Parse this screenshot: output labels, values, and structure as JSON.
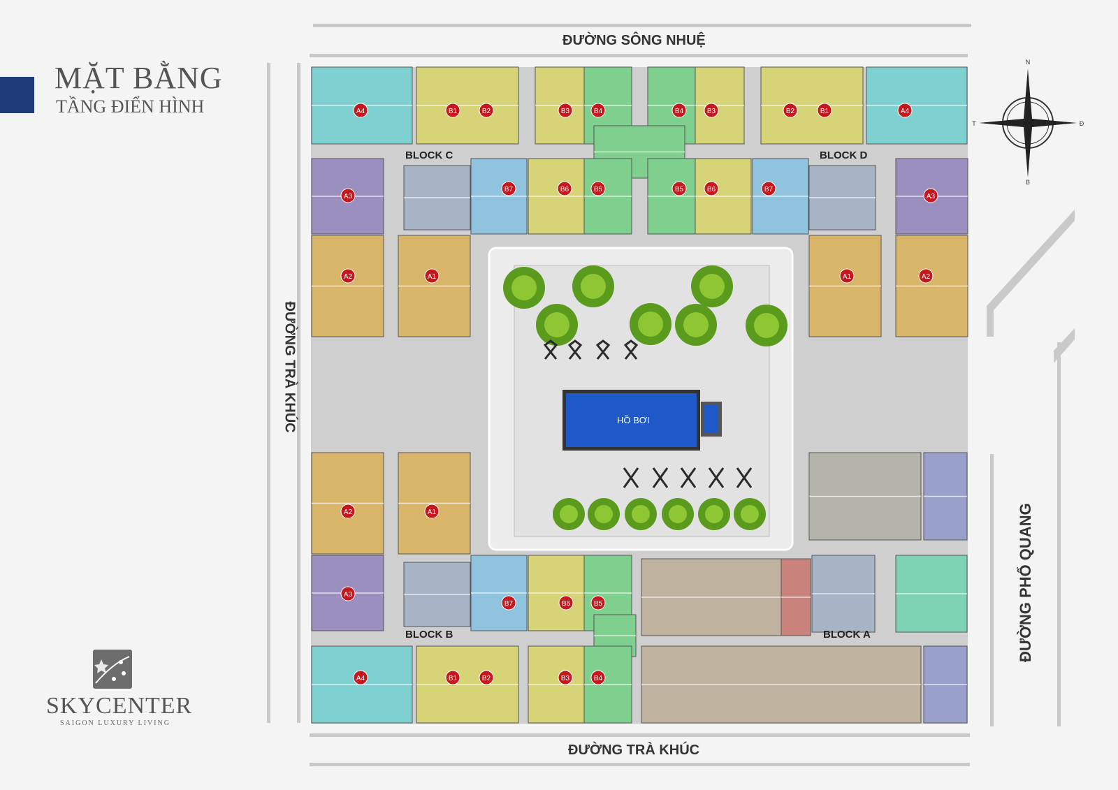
{
  "title": {
    "line1": "MẶT BẰNG",
    "line2": "TẦNG ĐIỂN HÌNH"
  },
  "roads": {
    "top": "ĐƯỜNG SÔNG NHUỆ",
    "bottom": "ĐƯỜNG TRÀ KHÚC",
    "left": "ĐƯỜNG TRÀ KHÚC",
    "right": "ĐƯỜNG PHỔ QUANG"
  },
  "blocks": {
    "a": "BLOCK A",
    "b": "BLOCK B",
    "c": "BLOCK C",
    "d": "BLOCK D"
  },
  "pool": "HỒ BƠI",
  "compass": {
    "n": "N",
    "s": "B",
    "e": "Đ",
    "w": "T"
  },
  "brand": {
    "name": "SKYCENTER",
    "tagline": "SAIGON LUXURY LIVING"
  },
  "unit_types": {
    "A1": "#d9b56a",
    "A2": "#d9b56a",
    "A3": "#9b8fbf",
    "A4": "#7fd1d1",
    "B1": "#d6d477",
    "B2": "#d6d477",
    "B3": "#d6d477",
    "B4": "#7fd08f",
    "B5": "#7fd08f",
    "B6": "#d6d477",
    "B7": "#8fc3de"
  },
  "units": [
    {
      "label": "A4"
    },
    {
      "label": "B1"
    },
    {
      "label": "B2"
    },
    {
      "label": "B3"
    },
    {
      "label": "B4"
    },
    {
      "label": "B4"
    },
    {
      "label": "B3"
    },
    {
      "label": "B2"
    },
    {
      "label": "B1"
    },
    {
      "label": "A4"
    },
    {
      "label": "A3"
    },
    {
      "label": "B7"
    },
    {
      "label": "B6"
    },
    {
      "label": "B5"
    },
    {
      "label": "B5"
    },
    {
      "label": "B6"
    },
    {
      "label": "B7"
    },
    {
      "label": "A3"
    },
    {
      "label": "A2"
    },
    {
      "label": "A1"
    },
    {
      "label": "A1"
    },
    {
      "label": "A2"
    },
    {
      "label": "A2"
    },
    {
      "label": "A1"
    },
    {
      "label": "A3"
    },
    {
      "label": "B7"
    },
    {
      "label": "B6"
    },
    {
      "label": "B5"
    },
    {
      "label": "A4"
    },
    {
      "label": "B1"
    },
    {
      "label": "B2"
    },
    {
      "label": "B3"
    },
    {
      "label": "B4"
    }
  ],
  "colors": {
    "accent": "#1e3a78",
    "marker": "#c4181e",
    "pool": "#1f58c8",
    "paving": "#cfcfcf",
    "tree": "#5a9a1c"
  }
}
